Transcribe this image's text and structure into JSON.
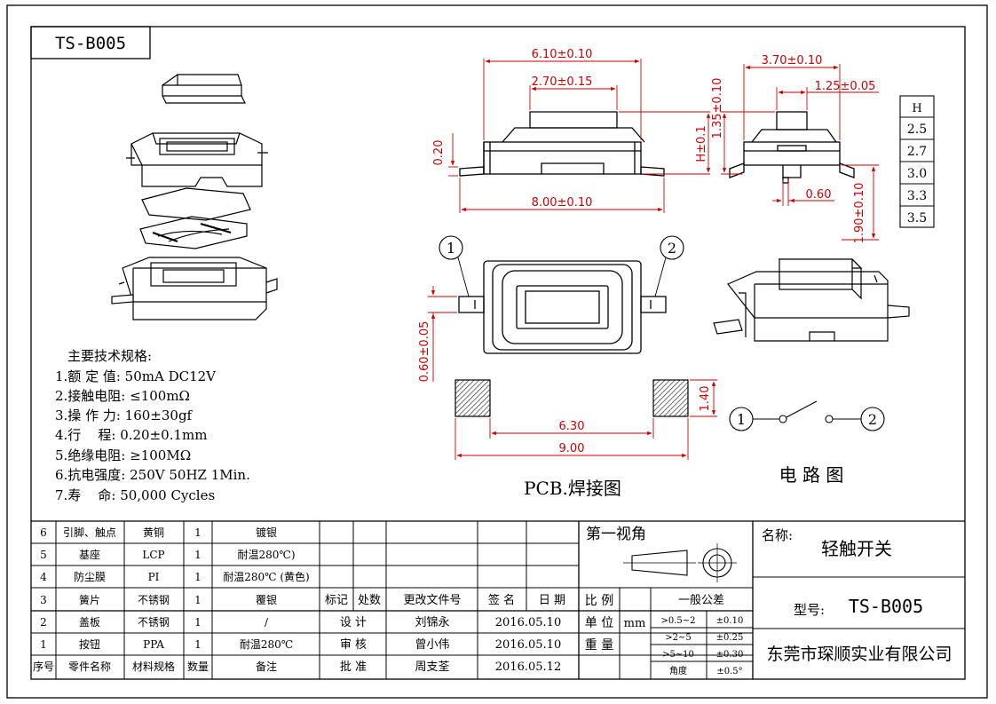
{
  "part_box": "TS-B005",
  "h_table": {
    "header": "H",
    "values": [
      "2.5",
      "2.7",
      "3.0",
      "3.3",
      "3.5"
    ]
  },
  "dims": {
    "top_width": "6.10±0.10",
    "cap_width": "2.70±0.15",
    "height_135": "1.35±0.10",
    "h_tol": "H±0.1",
    "thk_020": "0.20",
    "base_width": "8.00±0.10",
    "side_width": "3.70±0.10",
    "side_cap": "1.25±0.05",
    "pin_width": "0.60",
    "side_height": "1.90±0.10",
    "pad_w_vert": "0.60±0.05",
    "pad_h": "1.40",
    "pad_inner": "6.30",
    "pad_outer": "9.00"
  },
  "terminals": {
    "t1": "1",
    "t2": "2"
  },
  "labels": {
    "pcb": "PCB.焊接图",
    "circuit": "电 路 图"
  },
  "specs": {
    "title": "主要技术规格:",
    "items": [
      "1.额 定 值: 50mA DC12V",
      "2.接触电阻: ≤100mΩ",
      "3.操 作 力: 160±30gf",
      "4.行    程: 0.20±0.1mm",
      "5.绝缘电阻: ≥100MΩ",
      "6.抗电强度: 250V 50HZ 1Min.",
      "7.寿    命: 50,000 Cycles"
    ]
  },
  "bom": {
    "rows": [
      {
        "no": "6",
        "name": "引脚、触点",
        "mat": "黄铜",
        "qty": "1",
        "note": "镀银"
      },
      {
        "no": "5",
        "name": "基座",
        "mat": "LCP",
        "qty": "1",
        "note": "耐温280℃)"
      },
      {
        "no": "4",
        "name": "防尘膜",
        "mat": "PI",
        "qty": "1",
        "note": "耐温280℃ (黄色)"
      },
      {
        "no": "3",
        "name": "簧片",
        "mat": "不锈钢",
        "qty": "1",
        "note": "覆银"
      },
      {
        "no": "2",
        "name": "盖板",
        "mat": "不锈钢",
        "qty": "1",
        "note": "/"
      },
      {
        "no": "1",
        "name": "按钮",
        "mat": "PPA",
        "qty": "1",
        "note": "耐温280℃"
      }
    ],
    "header": {
      "no": "序号",
      "name": "零件名称",
      "mat": "材料规格",
      "qty": "数量",
      "note": "备注"
    }
  },
  "revision": {
    "header": {
      "mark": "标记",
      "count": "处数",
      "doc": "更改文件号",
      "sign": "签 名",
      "date": "日 期"
    },
    "rows": [
      {
        "role": "设 计",
        "name": "刘锦永",
        "date": "2016.05.10"
      },
      {
        "role": "审 核",
        "name": "曾小伟",
        "date": "2016.05.10"
      },
      {
        "role": "批 准",
        "name": "周支荃",
        "date": "2016.05.12"
      }
    ]
  },
  "projection": {
    "label": "第一视角"
  },
  "scale": {
    "label": "比 例",
    "unit_label": "单 位",
    "unit": "mm",
    "weight_label": "重 量"
  },
  "tolerance": {
    "title": "一般公差",
    "rows": [
      {
        "range": ">0.5~2",
        "tol": "±0.10"
      },
      {
        "range": ">2~5",
        "tol": "±0.25"
      },
      {
        "range": ">5~10",
        "tol": "±0.30"
      },
      {
        "range": "角度",
        "tol": "±0.5°"
      }
    ]
  },
  "product": {
    "name_label": "名称:",
    "name": "轻触开关",
    "model_label": "型号:",
    "model": "TS-B005",
    "company": "东莞市琛顺实业有限公司"
  }
}
